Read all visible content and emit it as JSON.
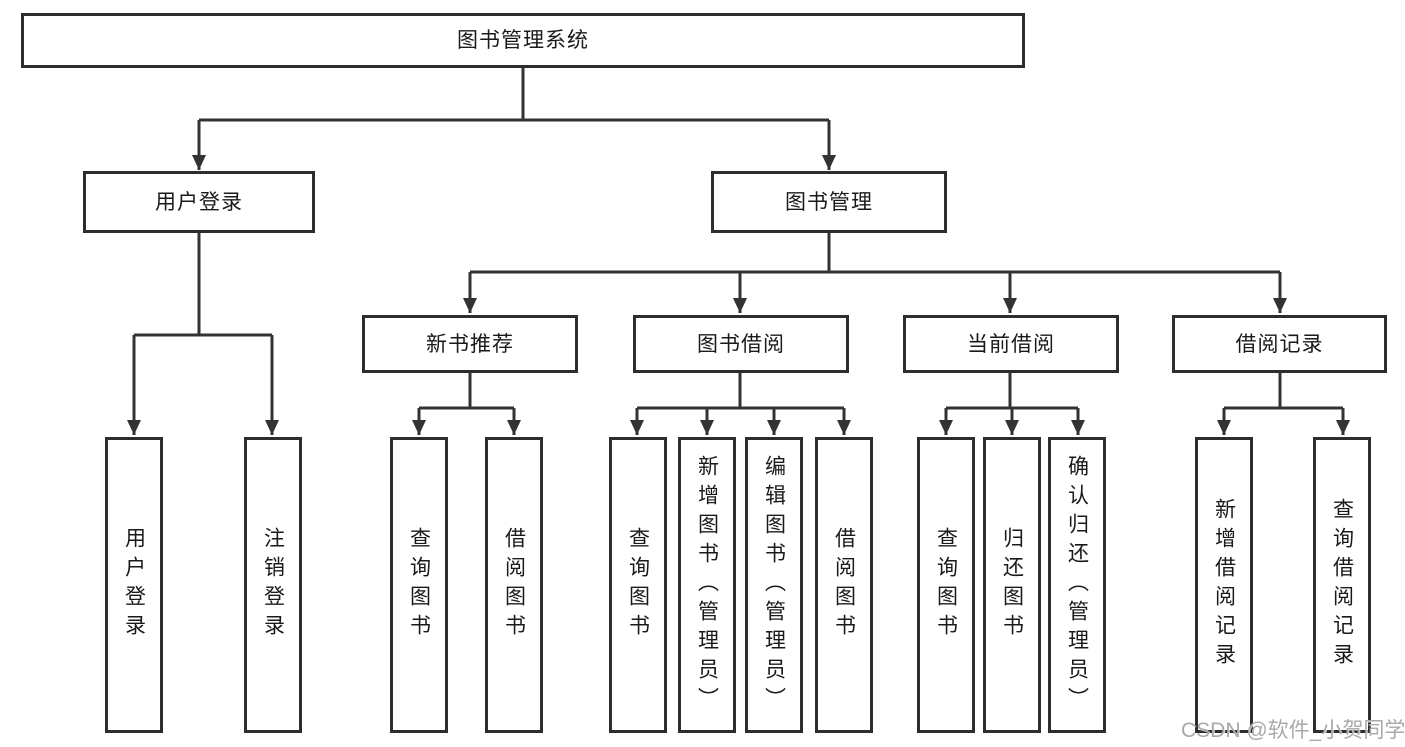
{
  "diagram": {
    "root": {
      "label": "图书管理系统"
    },
    "user_login": {
      "label": "用户登录",
      "children": [
        "用户登录",
        "注销登录"
      ]
    },
    "book_management": {
      "label": "图书管理",
      "groups": [
        {
          "label": "新书推荐",
          "children": [
            "查询图书",
            "借阅图书"
          ]
        },
        {
          "label": "图书借阅",
          "children": [
            "查询图书",
            "新增图书（管理员）",
            "编辑图书（管理员）",
            "借阅图书"
          ]
        },
        {
          "label": "当前借阅",
          "children": [
            "查询图书",
            "归还图书",
            "确认归还（管理员）"
          ]
        },
        {
          "label": "借阅记录",
          "children": [
            "新增借阅记录",
            "查询借阅记录"
          ]
        }
      ]
    }
  },
  "watermark": "CSDN @软件_小贺同学",
  "colors": {
    "line": "#333333",
    "border": "#2d2d2d",
    "text": "#1a1a1a",
    "background": "#ffffff",
    "watermark": "#a9a9a9"
  }
}
